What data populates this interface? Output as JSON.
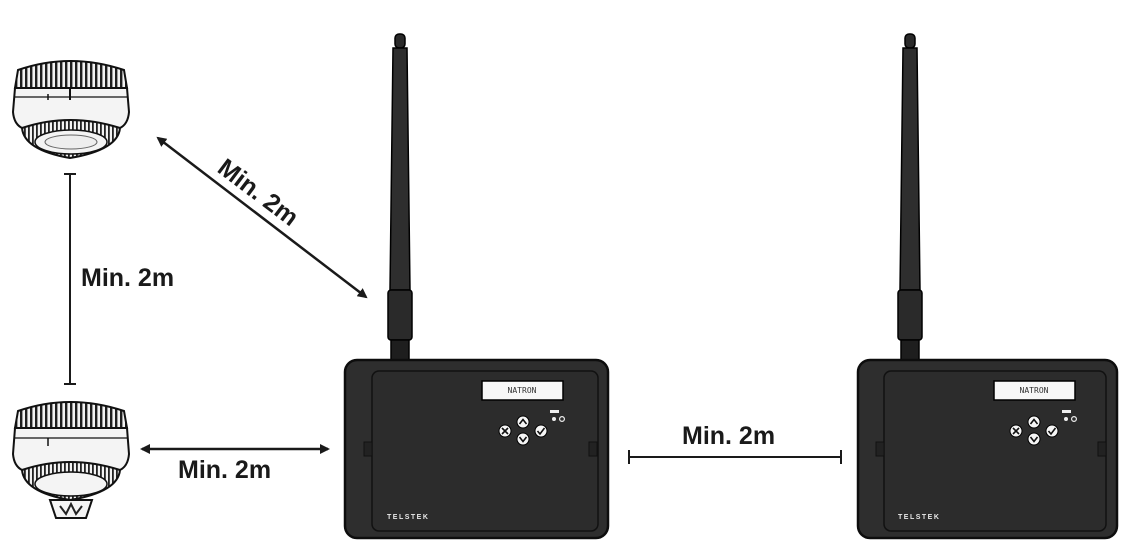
{
  "distances": {
    "detector_to_gateway_diagonal": "Min. 2m",
    "detector_to_detector_vertical": "Min. 2m",
    "detector_to_gateway_horizontal": "Min. 2m",
    "gateway_to_gateway": "Min. 2m"
  },
  "gateways": [
    {
      "screen_text": "NATRON",
      "brand": "TELSTEK"
    },
    {
      "screen_text": "NATRON",
      "brand": "TELSTEK"
    }
  ],
  "colors": {
    "device_body": "#2e2e2e",
    "device_edge": "#111111",
    "detector_body": "#f2f2f2",
    "line": "#1a1a1a"
  }
}
